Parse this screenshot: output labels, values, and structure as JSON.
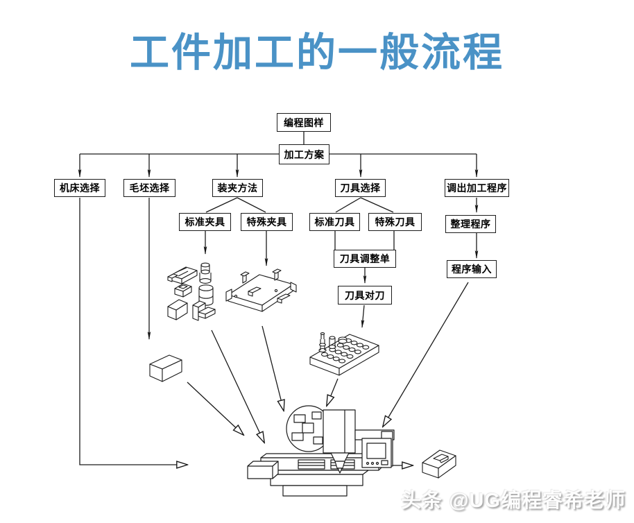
{
  "title": "工件加工的一般流程",
  "watermark": "头条 @UG编程睿希老师",
  "colors": {
    "title": "#4a92c6",
    "line": "#1a1a1a",
    "background": "#ffffff"
  },
  "flowchart": {
    "nodes": {
      "programming_drawing": "编程图样",
      "machining_plan": "加工方案",
      "machine_selection": "机床选择",
      "blank_selection": "毛坯选择",
      "clamping_method": "装夹方法",
      "tool_selection": "刀具选择",
      "load_program": "调出加工程序",
      "standard_fixture": "标准夹具",
      "special_fixture": "特殊夹具",
      "standard_tool": "标准刀具",
      "special_tool": "特殊刀具",
      "organize_program": "整理程序",
      "tool_adjustment_sheet": "刀具调整单",
      "tool_setting": "刀具对刀",
      "program_input": "程序输入"
    },
    "edges": [
      {
        "from": "编程图样",
        "to": "加工方案"
      },
      {
        "from": "加工方案",
        "to": "机床选择"
      },
      {
        "from": "加工方案",
        "to": "毛坯选择"
      },
      {
        "from": "加工方案",
        "to": "装夹方法"
      },
      {
        "from": "加工方案",
        "to": "刀具选择"
      },
      {
        "from": "加工方案",
        "to": "调出加工程序"
      },
      {
        "from": "装夹方法",
        "to": "标准夹具"
      },
      {
        "from": "装夹方法",
        "to": "特殊夹具"
      },
      {
        "from": "刀具选择",
        "to": "标准刀具"
      },
      {
        "from": "刀具选择",
        "to": "特殊刀具"
      },
      {
        "from": "标准刀具",
        "to": "刀具调整单"
      },
      {
        "from": "特殊刀具",
        "to": "刀具调整单"
      },
      {
        "from": "刀具调整单",
        "to": "刀具对刀"
      },
      {
        "from": "调出加工程序",
        "to": "整理程序"
      },
      {
        "from": "整理程序",
        "to": "程序输入"
      }
    ],
    "illustrations": [
      "standard-fixtures-parts",
      "special-fixture-plate",
      "tool-holder-plate",
      "blank-workpiece",
      "cnc-machine",
      "finished-part"
    ]
  }
}
